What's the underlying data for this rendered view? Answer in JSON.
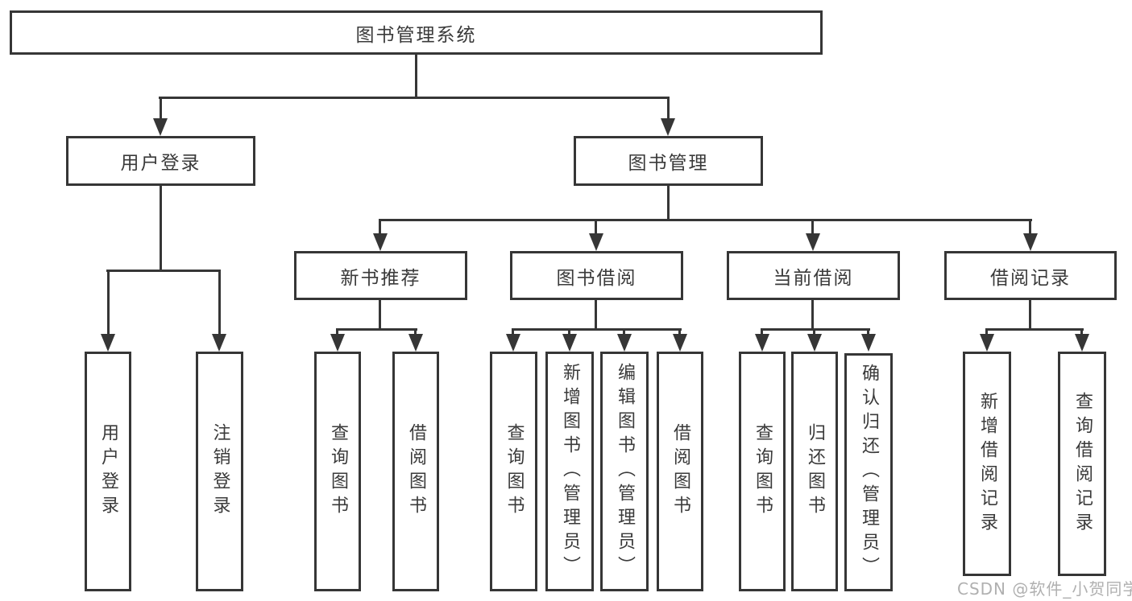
{
  "watermark": "CSDN @软件_小贺同学",
  "colors": {
    "line": "#363636",
    "text": "#3a3a3a",
    "watermark_text": "#b0b0b0",
    "background": "#ffffff"
  },
  "tree": {
    "root": "图书管理系统",
    "branches": [
      {
        "label": "用户登录",
        "leaves": [
          "用户登录",
          "注销登录"
        ]
      },
      {
        "label": "图书管理",
        "sections": [
          {
            "label": "新书推荐",
            "leaves": [
              "查询图书",
              "借阅图书"
            ]
          },
          {
            "label": "图书借阅",
            "leaves": [
              "查询图书",
              "新增图书（管理员）",
              "编辑图书（管理员）",
              "借阅图书"
            ]
          },
          {
            "label": "当前借阅",
            "leaves": [
              "查询图书",
              "归还图书",
              "确认归还（管理员）"
            ]
          },
          {
            "label": "借阅记录",
            "leaves": [
              "新增借阅记录",
              "查询借阅记录"
            ]
          }
        ]
      }
    ]
  }
}
